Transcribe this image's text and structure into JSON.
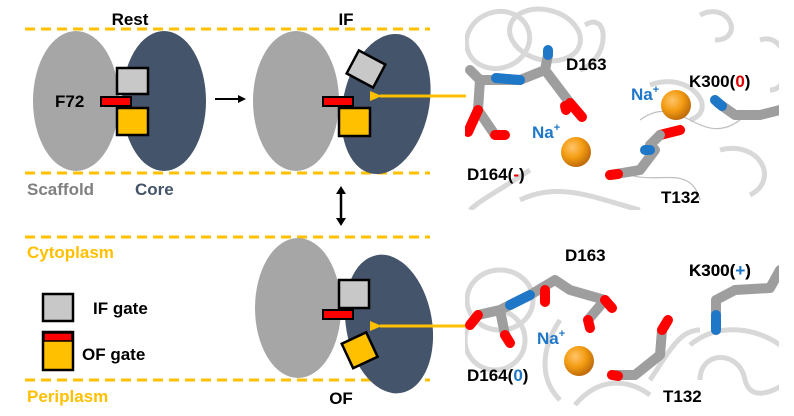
{
  "colors": {
    "membrane": "#FFC000",
    "scaffold": "#A6A6A6",
    "core": "#44546A",
    "if_gate": "#C8C8C8",
    "of_gate": "#FFC000",
    "f72_bar": "#FF0000",
    "sodium": "#F39C12",
    "oxygen": "#FF0000",
    "nitrogen": "#1F77C8",
    "carbon": "#A0A0A0",
    "na_label": "#1F77C8",
    "charge_neg": "#E00000",
    "charge_pos": "#1F77C8"
  },
  "states": {
    "rest": "Rest",
    "inward_facing": "IF",
    "outward_facing": "OF"
  },
  "domains": {
    "scaffold": "Scaffold",
    "core": "Core"
  },
  "residue_f72": "F72",
  "compartments": {
    "cytoplasm": "Cytoplasm",
    "periplasm": "Periplasm"
  },
  "legend": [
    {
      "label": "IF gate"
    },
    {
      "label": "OF gate"
    }
  ],
  "if_panel": {
    "residues": {
      "d163": "D163",
      "k300_name": "K300(",
      "k300_charge": "0",
      "k300_close": ")",
      "d164_name": "D164(",
      "d164_charge": "-",
      "d164_close": ")",
      "t132": "T132"
    },
    "ions": [
      "Na",
      "Na"
    ],
    "ion_charge": "+"
  },
  "of_panel": {
    "residues": {
      "d163": "D163",
      "k300_name": "K300(",
      "k300_charge": "+",
      "k300_close": ")",
      "d164_name": "D164(",
      "d164_charge": "0",
      "d164_close": ")",
      "t132": "T132"
    },
    "ions": [
      "Na"
    ],
    "ion_charge": "+"
  }
}
